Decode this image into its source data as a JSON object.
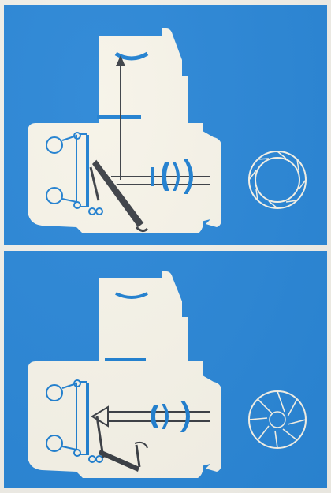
{
  "colors": {
    "panel_blue": "#2a86d6",
    "body_white": "#f6f3e8",
    "line_blue": "#1f7fd0",
    "dark": "#3b3f45",
    "paper": "#f1efe8"
  },
  "panels": [
    {
      "id": "viewing",
      "mirror": "down",
      "aperture": "wide-open",
      "light_path": "up-to-finder",
      "icons": [
        "camera-cross-section",
        "aperture-open-icon",
        "arrow-up-icon"
      ]
    },
    {
      "id": "exposure",
      "mirror": "up",
      "aperture": "stopped-down",
      "light_path": "to-film",
      "icons": [
        "camera-cross-section",
        "aperture-stopped-icon",
        "arrow-left-icon"
      ]
    }
  ]
}
